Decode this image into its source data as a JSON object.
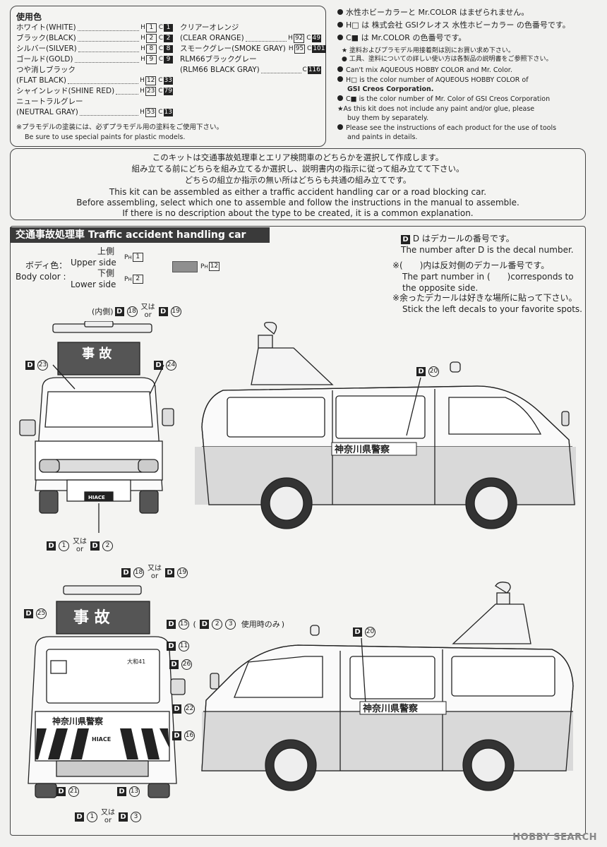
{
  "paint_box": {
    "title": "使用色",
    "left_items": [
      {
        "jp": "ホワイト(WHITE)",
        "en": "",
        "h": "1",
        "c": "1"
      },
      {
        "jp": "ブラック(BLACK)",
        "en": "",
        "h": "2",
        "c": "2"
      },
      {
        "jp": "シルバー(SILVER)",
        "en": "",
        "h": "8",
        "c": "8"
      },
      {
        "jp": "ゴールド(GOLD)",
        "en": "",
        "h": "9",
        "c": "9"
      },
      {
        "jp": "つや消しブラック",
        "en": "(FLAT BLACK)",
        "h": "12",
        "c": "33"
      },
      {
        "jp": "シャインレッド(SHINE RED)",
        "en": "",
        "h": "23",
        "c": "79"
      },
      {
        "jp": "ニュートラルグレー",
        "en": "(NEUTRAL GRAY)",
        "h": "53",
        "c": "13"
      }
    ],
    "right_items": [
      {
        "jp": "クリアーオレンジ",
        "en": "(CLEAR ORANGE)",
        "h": "92",
        "c": "49"
      },
      {
        "jp": "スモークグレー(SMOKE GRAY)",
        "en": "",
        "h": "95",
        "c": "101"
      },
      {
        "jp": "RLM66ブラックグレー",
        "en": "(RLM66 BLACK GRAY)",
        "h": "",
        "c": "116"
      }
    ],
    "note_jp": "※プラモデルの塗装には、必ずプラモデル用の塗料をご使用下さい。",
    "note_en": "Be sure to use special paints for plastic models."
  },
  "info_box": {
    "lines": [
      "水性ホビーカラーと Mr.COLOR はまぜられません。",
      "H□ は 株式会社 GSIクレオス 水性ホビーカラー の色番号です。",
      "C■ は Mr.COLOR の色番号です。",
      "★ 塗料およびプラモデル用接着剤は別にお買い求め下さい。",
      "● 工具、塗料についての詳しい使い方は各製品の説明書をご参照下さい。",
      "Can't mix AQUEOUS HOBBY COLOR and Mr. Color.",
      "H□ is the color number of AQUEOUS HOBBY COLOR of",
      "GSI Creos Corporation.",
      "C■ is the color number of Mr. Color of GSI Creos Corporation",
      "★As this kit does not include any paint and/or glue, please",
      "buy them by separately.",
      "Please see the instructions of each product for the use of tools",
      "and paints in details."
    ]
  },
  "intro_box": {
    "jp": [
      "このキットは交通事故処理車とエリア検問車のどちらかを選択して作成します。",
      "組み立てる前にどちらを組み立てるか選択し、説明書内の指示に従って組み立てて下さい。",
      "どちらの組立か指示の無い所はどちらも共通の組み立てです。"
    ],
    "en": [
      "This kit can be assembled as either a traffic accident handling car or a road blocking car.",
      "Before assembling, select which one to assemble and follow the instructions in the manual to assemble.",
      "If there is no description about the type to be created, it is a common explanation."
    ]
  },
  "section": {
    "header": "交通事故処理車 Traffic accident handling car",
    "body_color_jp": "ボディ色：",
    "body_color_en": "Body color :",
    "upper_jp": "上側",
    "upper_en": "Upper side",
    "upper_code": "1",
    "lower_jp": "下側",
    "lower_en": "Lower side",
    "lower_code": "2",
    "swatch_code": "12",
    "notes": [
      "D はデカールの番号です。",
      "The number after D is the decal number.",
      "※(　　)内は反対側のデカール番号です。",
      "The part number in (　　)corresponds to",
      "the opposite side.",
      "※余ったデカールは好きな場所に貼って下さい。",
      "Stick the left decals to your favorite spots."
    ],
    "or_jp": "又は",
    "or_en": "or",
    "inner_label": "(内側)",
    "usage_note": "使用時のみ",
    "sign_text": "事 故",
    "police_text": "神奈川県警察",
    "plate_text": "HIACE",
    "rear_plate": "大和41",
    "decal_refs": [
      "18",
      "19",
      "23",
      "24",
      "20",
      "1",
      "2",
      "25",
      "15",
      "2",
      "3",
      "11",
      "26",
      "22",
      "16",
      "21",
      "13",
      "1",
      "3"
    ]
  },
  "watermark": "HOBBY SEARCH"
}
